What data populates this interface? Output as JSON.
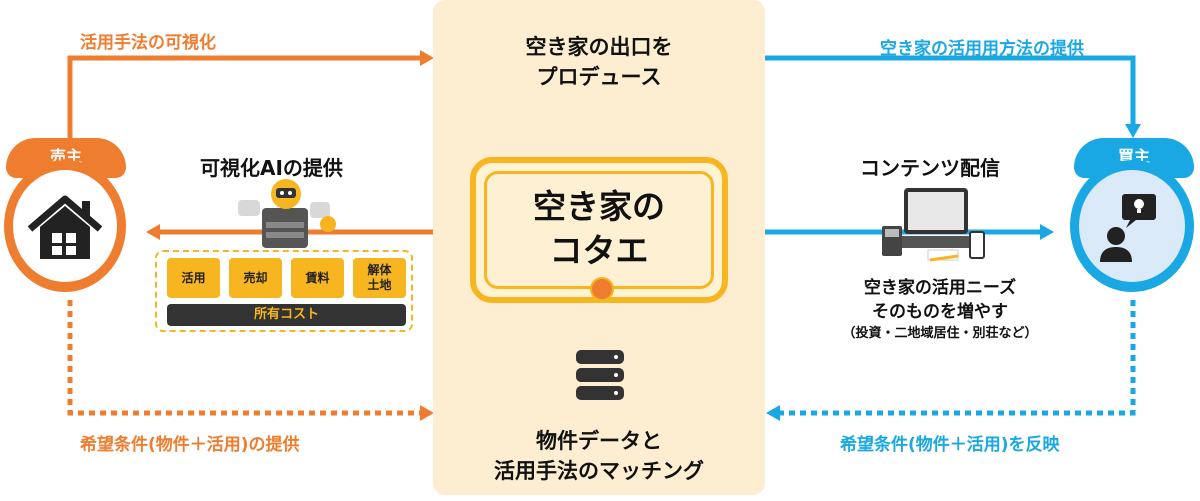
{
  "center": {
    "top_line1": "空き家の出口を",
    "top_line2": "プロデュース",
    "brand_line1": "空き家の",
    "brand_line2": "コタエ",
    "bottom_line1": "物件データと",
    "bottom_line2": "活用手法のマッチング"
  },
  "seller": {
    "label": "売主",
    "top_arrow_label": "活用手法の可視化",
    "bottom_arrow_label": "希望条件(物件＋活用)の提供",
    "ai_title": "可視化AIの提供",
    "tags": [
      "活用",
      "売却",
      "賃料",
      "解体\n土地"
    ],
    "cost_label": "所有コスト"
  },
  "buyer": {
    "label": "買主",
    "top_arrow_label": "空き家の活用用方法の提供",
    "bottom_arrow_label": "希望条件(物件＋活用)を反映",
    "content_title": "コンテンツ配信",
    "needs_line1": "空き家の活用ニーズ",
    "needs_line2": "そのものを増やす",
    "needs_note": "（投資・二地域居住・別荘など）"
  },
  "colors": {
    "orange": "#ef7d2f",
    "blue": "#1aa8e4",
    "yellow": "#f7b51f",
    "panel": "#fdeed2"
  }
}
